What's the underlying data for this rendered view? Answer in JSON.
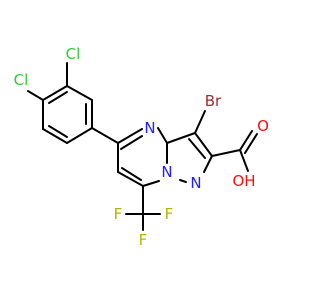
{
  "molecule": {
    "atoms": {
      "cl_upper": {
        "text": "Cl",
        "color": "#32cd32"
      },
      "cl_lower": {
        "text": "Cl",
        "color": "#32cd32"
      },
      "n_ring_top": {
        "text": "N",
        "color": "#2020ff"
      },
      "n_bridge": {
        "text": "N",
        "color": "#2020ff"
      },
      "n_pyrazole": {
        "text": "N",
        "color": "#2020ff"
      },
      "br": {
        "text": "Br",
        "color": "#a52a2a"
      },
      "o_carbonyl": {
        "text": "O",
        "color": "#ff0d0d"
      },
      "o_hydroxyl": {
        "text": "OH",
        "color": "#ff0d0d"
      },
      "f_left": {
        "text": "F",
        "color": "#b4b400"
      },
      "f_right": {
        "text": "F",
        "color": "#b4b400"
      },
      "f_bottom": {
        "text": "F",
        "color": "#b4b400"
      }
    }
  }
}
